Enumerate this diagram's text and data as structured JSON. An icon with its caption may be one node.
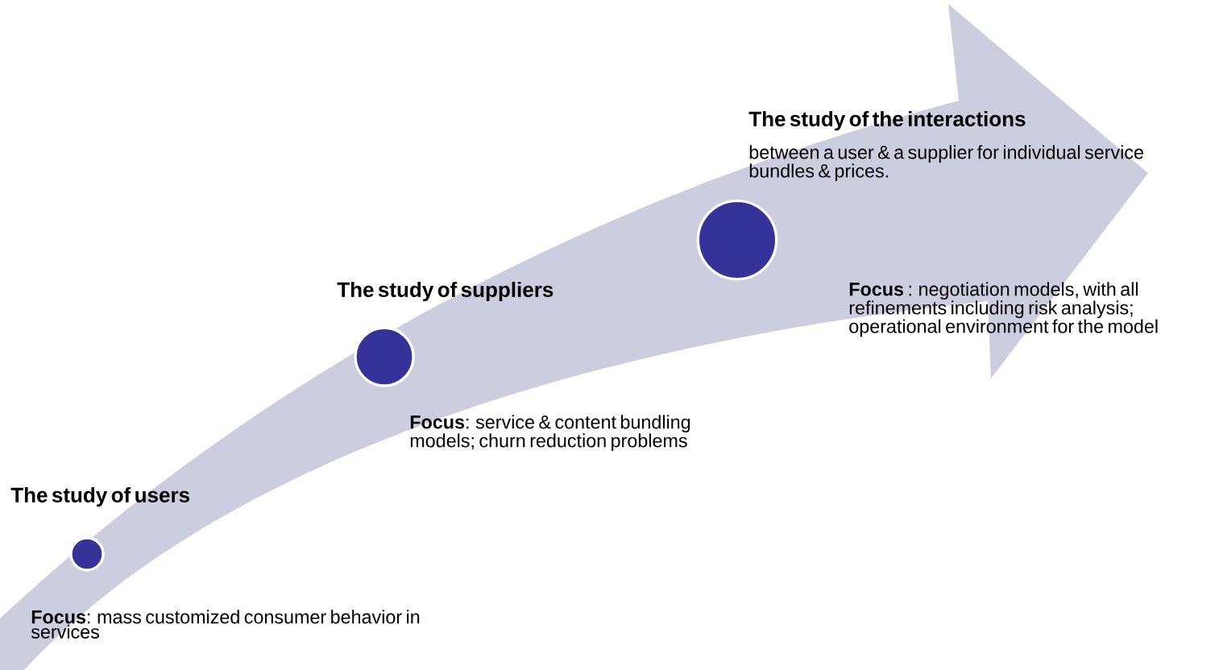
{
  "diagram": {
    "nodes": [
      {
        "text": [],
        "shape": "circle",
        "beside": [
          "The study of users",
          "**Focus**: mass customized consumer behavior in services"
        ]
      },
      {
        "text": [],
        "shape": "circle",
        "beside": [
          "The study of suppliers",
          "**Focus**: service & content bundling models; churn reduction problems"
        ]
      },
      {
        "text": [],
        "shape": "circle",
        "beside": [
          "The study of the interactions",
          "between a user & a supplier for individual service bundles & prices.",
          "**Focus** : negotiation models, with all refinements including risk analysis; operational environment for the model"
        ]
      }
    ]
  }
}
